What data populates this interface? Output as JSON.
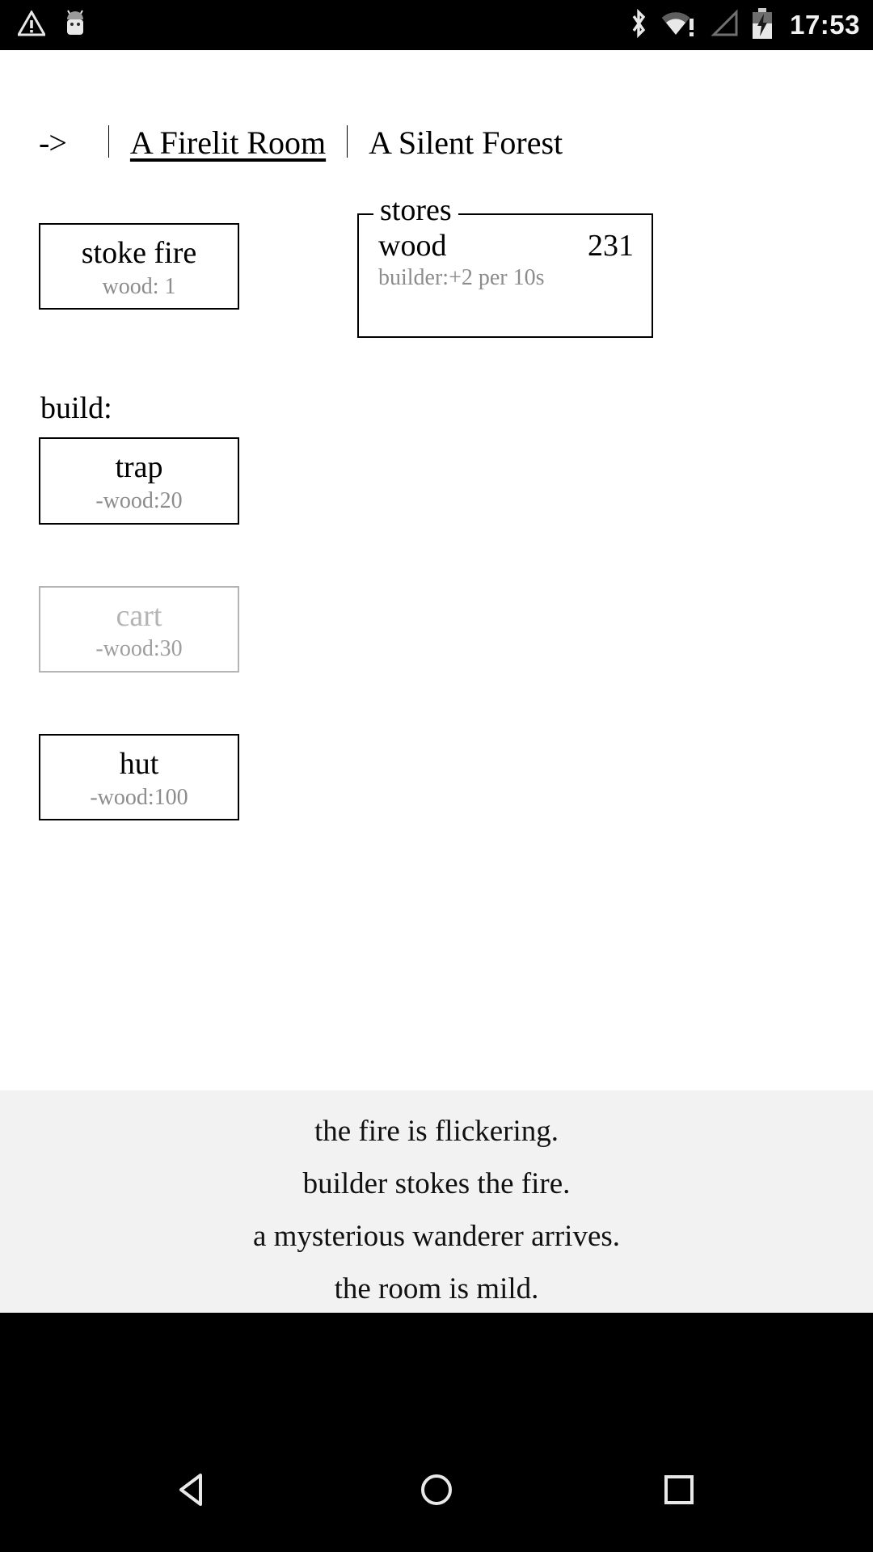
{
  "status_bar": {
    "icons_left": [
      "warning-triangle-icon",
      "android-robot-icon"
    ],
    "icons_right": [
      "bluetooth-icon",
      "wifi-no-internet-icon",
      "cellular-no-signal-icon",
      "battery-charging-icon"
    ],
    "clock": "17:53"
  },
  "header": {
    "arrow": "->",
    "separator": "|",
    "tabs": [
      {
        "label": "A Firelit Room",
        "active": true
      },
      {
        "label": "A Silent Forest",
        "active": false
      }
    ]
  },
  "actions": {
    "stoke_fire": {
      "label": "stoke fire",
      "cost": "wood: 1",
      "disabled": false
    }
  },
  "build": {
    "heading": "build:",
    "items": [
      {
        "label": "trap",
        "cost": "-wood:20",
        "disabled": false
      },
      {
        "label": "cart",
        "cost": "-wood:30",
        "disabled": true
      },
      {
        "label": "hut",
        "cost": "-wood:100",
        "disabled": false
      }
    ]
  },
  "stores": {
    "legend": "stores",
    "rows": [
      {
        "name": "wood",
        "value": "231",
        "detail": "builder:+2 per 10s"
      }
    ]
  },
  "log": {
    "messages": [
      "the fire is flickering.",
      "builder stokes the fire.",
      "a mysterious wanderer arrives.",
      "the room is mild."
    ]
  },
  "navbar": {
    "buttons": [
      {
        "name": "back-icon"
      },
      {
        "name": "home-icon"
      },
      {
        "name": "recents-icon"
      }
    ]
  },
  "colors": {
    "background": "#ffffff",
    "text": "#000000",
    "muted": "#8c8c8c",
    "disabled": "#b4b4b4",
    "log_background": "#f2f2f2",
    "system_bar": "#000000"
  }
}
